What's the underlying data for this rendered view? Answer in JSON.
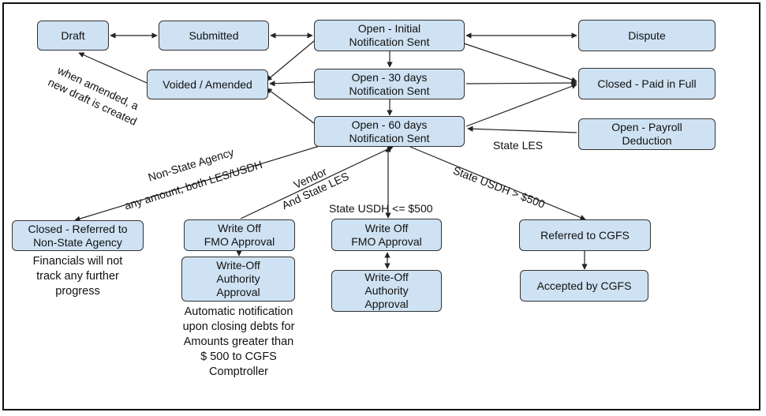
{
  "nodes": {
    "draft": "Draft",
    "submitted": "Submitted",
    "open_initial": "Open - Initial\nNotification Sent",
    "dispute": "Dispute",
    "voided": "Voided / Amended",
    "open_30": "Open - 30 days\nNotification Sent",
    "closed_paid": "Closed - Paid in Full",
    "open_60": "Open - 60 days\nNotification Sent",
    "payroll": "Open - Payroll\nDeduction",
    "closed_referred": "Closed - Referred to\nNon-State Agency",
    "writeoff_fmo_1": "Write Off\nFMO Approval",
    "writeoff_auth_1": "Write-Off\nAuthority\nApproval",
    "writeoff_fmo_2": "Write Off\nFMO Approval",
    "writeoff_auth_2": "Write-Off\nAuthority\nApproval",
    "referred_cgfs": "Referred to CGFS",
    "accepted_cgfs": "Accepted by CGFS"
  },
  "edge_labels": {
    "amended_1": "when amended, a",
    "amended_2": "new draft is created",
    "nonstate_1": "Non-State Agency",
    "nonstate_2": "any amount, both LES/USDH",
    "vendor_1": "Vendor",
    "vendor_2": "And State LES",
    "state_les": "State LES",
    "usdh_le": "State USDH <= $500",
    "usdh_gt": "State USDH > $500"
  },
  "notes": {
    "financials": "Financials will not\ntrack any further\nprogress",
    "automatic": "Automatic notification\nupon closing debts for\nAmounts greater than\n$ 500 to CGFS\nComptroller"
  },
  "colors": {
    "node_fill": "#cfe2f3",
    "node_border": "#333333",
    "edge": "#222222"
  }
}
